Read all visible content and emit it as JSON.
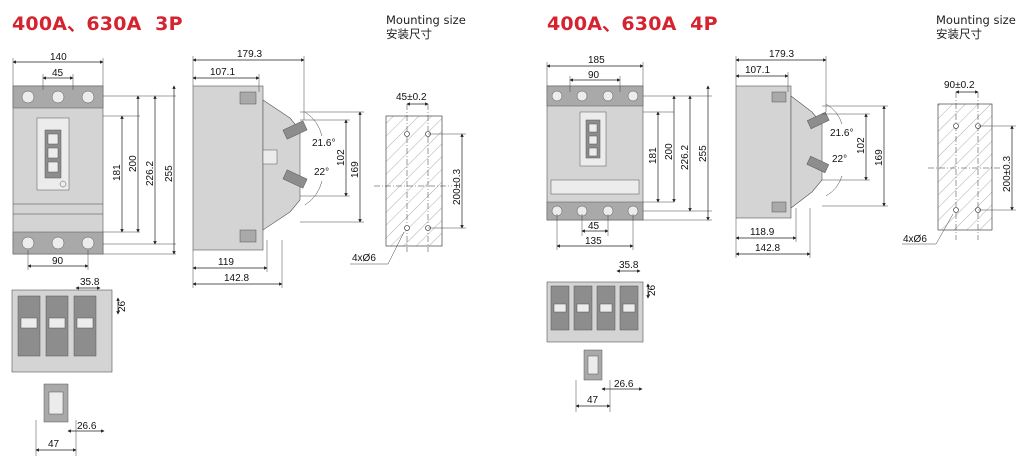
{
  "left": {
    "title": "400A、630A  3P",
    "mounting_label_en": "Mounting size",
    "mounting_label_cn": "安装尺寸",
    "front_dims": {
      "width": "140",
      "pitch": "45",
      "hole_spacing": "90",
      "h1": "181",
      "h2": "200",
      "h3": "226.2",
      "h4": "255"
    },
    "side_dims": {
      "d1": "179.3",
      "d2": "107.1",
      "d3": "119",
      "d4": "142.8",
      "angle1": "21.6°",
      "angle2": "22°",
      "h1": "102",
      "h2": "169"
    },
    "mount_dims": {
      "horizontal": "45±0.2",
      "vertical": "200±0.3",
      "holes": "4xØ6"
    },
    "terminal_dims": {
      "t1": "35.8",
      "t2": "26",
      "t3": "26.6",
      "t4": "47"
    }
  },
  "right": {
    "title": "400A、630A  4P",
    "mounting_label_en": "Mounting size",
    "mounting_label_cn": "安装尺寸",
    "front_dims": {
      "width": "185",
      "pitch": "90",
      "bottom_pitch": "45",
      "hole_spacing": "135",
      "h1": "181",
      "h2": "200",
      "h3": "226.2",
      "h4": "255"
    },
    "side_dims": {
      "d1": "179.3",
      "d2": "107.1",
      "d3": "118.9",
      "d4": "142.8",
      "angle1": "21.6°",
      "angle2": "22°",
      "h1": "102",
      "h2": "169"
    },
    "mount_dims": {
      "horizontal": "90±0.2",
      "vertical": "200±0.3",
      "holes": "4xØ6"
    },
    "terminal_dims": {
      "t1": "35.8",
      "t2": "26",
      "t3": "26.6",
      "t4": "47"
    }
  },
  "colors": {
    "title": "#d5232f",
    "line": "#222222",
    "body_gray": "#d4d4d4",
    "dark_gray": "#8d8d8d"
  }
}
